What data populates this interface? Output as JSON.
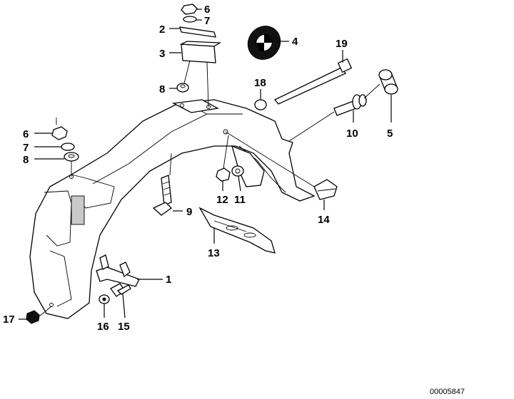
{
  "diagram": {
    "callouts": [
      {
        "id": "c6a",
        "label": "6"
      },
      {
        "id": "c7a",
        "label": "7"
      },
      {
        "id": "c2",
        "label": "2"
      },
      {
        "id": "c3",
        "label": "3"
      },
      {
        "id": "c8a",
        "label": "8"
      },
      {
        "id": "c4",
        "label": "4"
      },
      {
        "id": "c19",
        "label": "19"
      },
      {
        "id": "c18",
        "label": "18"
      },
      {
        "id": "c10",
        "label": "10"
      },
      {
        "id": "c5",
        "label": "5"
      },
      {
        "id": "c6b",
        "label": "6"
      },
      {
        "id": "c7b",
        "label": "7"
      },
      {
        "id": "c8b",
        "label": "8"
      },
      {
        "id": "c12",
        "label": "12"
      },
      {
        "id": "c11",
        "label": "11"
      },
      {
        "id": "c14",
        "label": "14"
      },
      {
        "id": "c9",
        "label": "9"
      },
      {
        "id": "c13",
        "label": "13"
      },
      {
        "id": "c1",
        "label": "1"
      },
      {
        "id": "c17",
        "label": "17"
      },
      {
        "id": "c16",
        "label": "16"
      },
      {
        "id": "c15",
        "label": "15"
      }
    ],
    "drawing_number": "00005847"
  }
}
